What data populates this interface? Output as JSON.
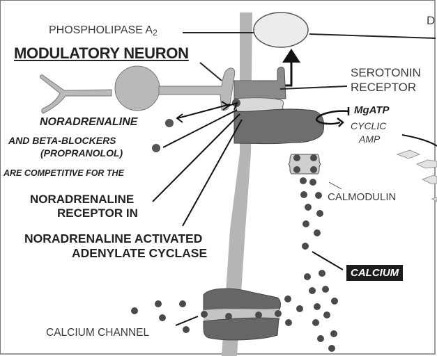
{
  "diagram": {
    "title": "MODULATORY NEURON",
    "labels": {
      "phospholipase": "PHOSPHOLIPASE A",
      "phospholipase_sub": "2",
      "serotonin_1": "SEROTONIN",
      "serotonin_2": "RECEPTOR",
      "noradrenaline": "NORADRENALINE",
      "beta_1": "AND BETA-BLOCKERS",
      "beta_2": "(PROPRANOLOL)",
      "competitive": "ARE COMPETITIVE FOR THE",
      "receptor_1": "NORADRENALINE",
      "receptor_2": "RECEPTOR IN",
      "activated_1": "NORADRENALINE ACTIVATED",
      "activated_2": "ADENYLATE CYCLASE",
      "mgatp": "MgATP",
      "cyclic_1": "CYCLIC",
      "cyclic_2": "AMP",
      "calmodulin": "CALMODULIN",
      "calcium": "CALCIUM",
      "calcium_channel": "CALCIUM CHANNEL",
      "cut_off_letter": "D"
    },
    "colors": {
      "membrane": "#b5b5b5",
      "neuron": "#b9b9b9",
      "dark_protein": "#6a6a6a",
      "light_protein": "#d9d9d9",
      "calcium_dot": "#4a4a4a",
      "calcium_label_bg": "#1c1c1c"
    }
  }
}
